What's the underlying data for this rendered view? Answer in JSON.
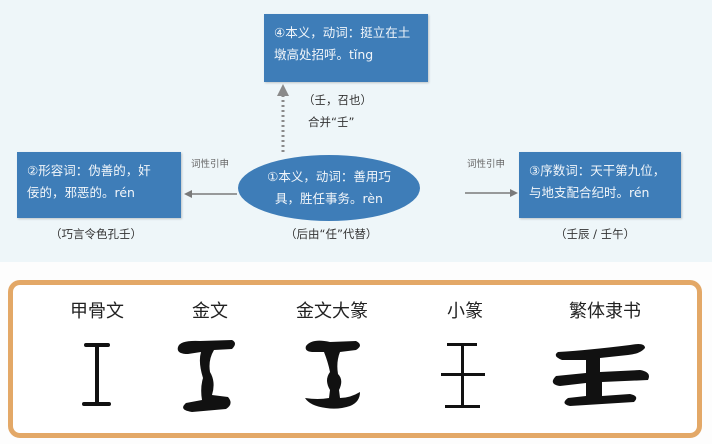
{
  "diagram": {
    "top_box": {
      "line1": "④本义，动词：挺立在土",
      "line2": "墩高处招呼。tǐng"
    },
    "top_note1": "（壬，召也）",
    "top_note2": "合并“壬”",
    "center": {
      "line1": "①本义，动词：善用巧",
      "line2": "具，胜任事务。rèn",
      "caption": "（后由“任”代替）"
    },
    "left_box": {
      "line1": "②形容词：伪善的，奸",
      "line2": "佞的，邪恶的。rén",
      "caption": "（巧言令色孔壬）"
    },
    "right_box": {
      "line1": "③序数词：天干第九位，",
      "line2": "与地支配合纪时。rén",
      "caption": "（壬辰 / 壬午）"
    },
    "arrow_left_label": "词性引申",
    "arrow_right_label": "词性引申"
  },
  "scripts": {
    "labels": [
      "甲骨文",
      "金文",
      "金文大篆",
      "小篆",
      "繁体隶书"
    ]
  },
  "colors": {
    "box": "#3e7db8",
    "panel_border": "#e3a867",
    "background": "#eef6f9"
  }
}
